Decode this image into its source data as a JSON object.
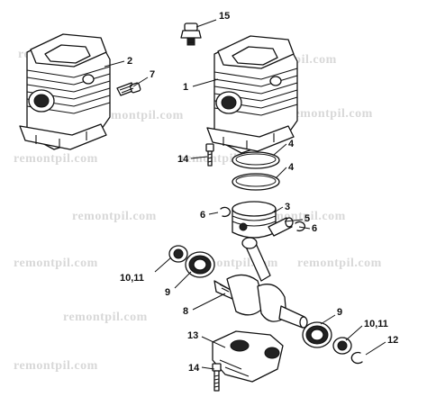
{
  "watermark": "remontpil.com",
  "callouts": {
    "c1": "1",
    "c2": "2",
    "c3": "3",
    "c4a": "4",
    "c4b": "4",
    "c5": "5",
    "c6a": "6",
    "c6b": "6",
    "c7": "7",
    "c8": "8",
    "c9a": "9",
    "c9b": "9",
    "c1011a": "10,11",
    "c1011b": "10,11",
    "c12": "12",
    "c13": "13",
    "c14a": "14",
    "c14b": "14",
    "c15": "15"
  }
}
